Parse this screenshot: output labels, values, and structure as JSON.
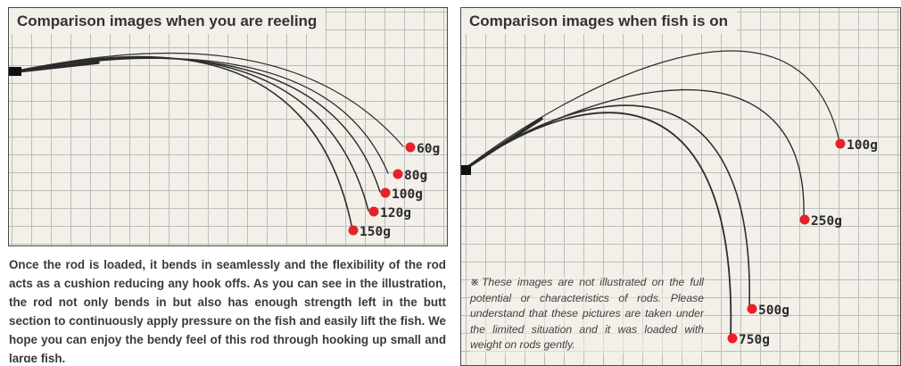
{
  "left_panel": {
    "title": "Comparison images when you are reeling",
    "weights": [
      "60g",
      "80g",
      "100g",
      "120g",
      "150g"
    ]
  },
  "right_panel": {
    "title": "Comparison images when fish is on",
    "weights": [
      "100g",
      "250g",
      "500g",
      "750g"
    ],
    "disclaimer": "※These images are not illustrated on the full potential or characteristics of rods. Please understand that these pictures are taken under the limited situation and it was loaded with weight on rods gently."
  },
  "description": "Once the rod is loaded, it bends in seamlessly and the flexibility of the rod acts as a cushion reducing any hook offs. As you can see in the illustration, the rod not only bends in but also has enough strength left in the butt section to continuously apply pressure on the fish and easily lift the fish. We hope you can enjoy the bendy feel of this rod through hooking up small and large fish.",
  "colors": {
    "marker": "#e8202a",
    "rod": "#2a2a2a",
    "grid": "#bdbdbd",
    "background": "#f2f0e8"
  }
}
